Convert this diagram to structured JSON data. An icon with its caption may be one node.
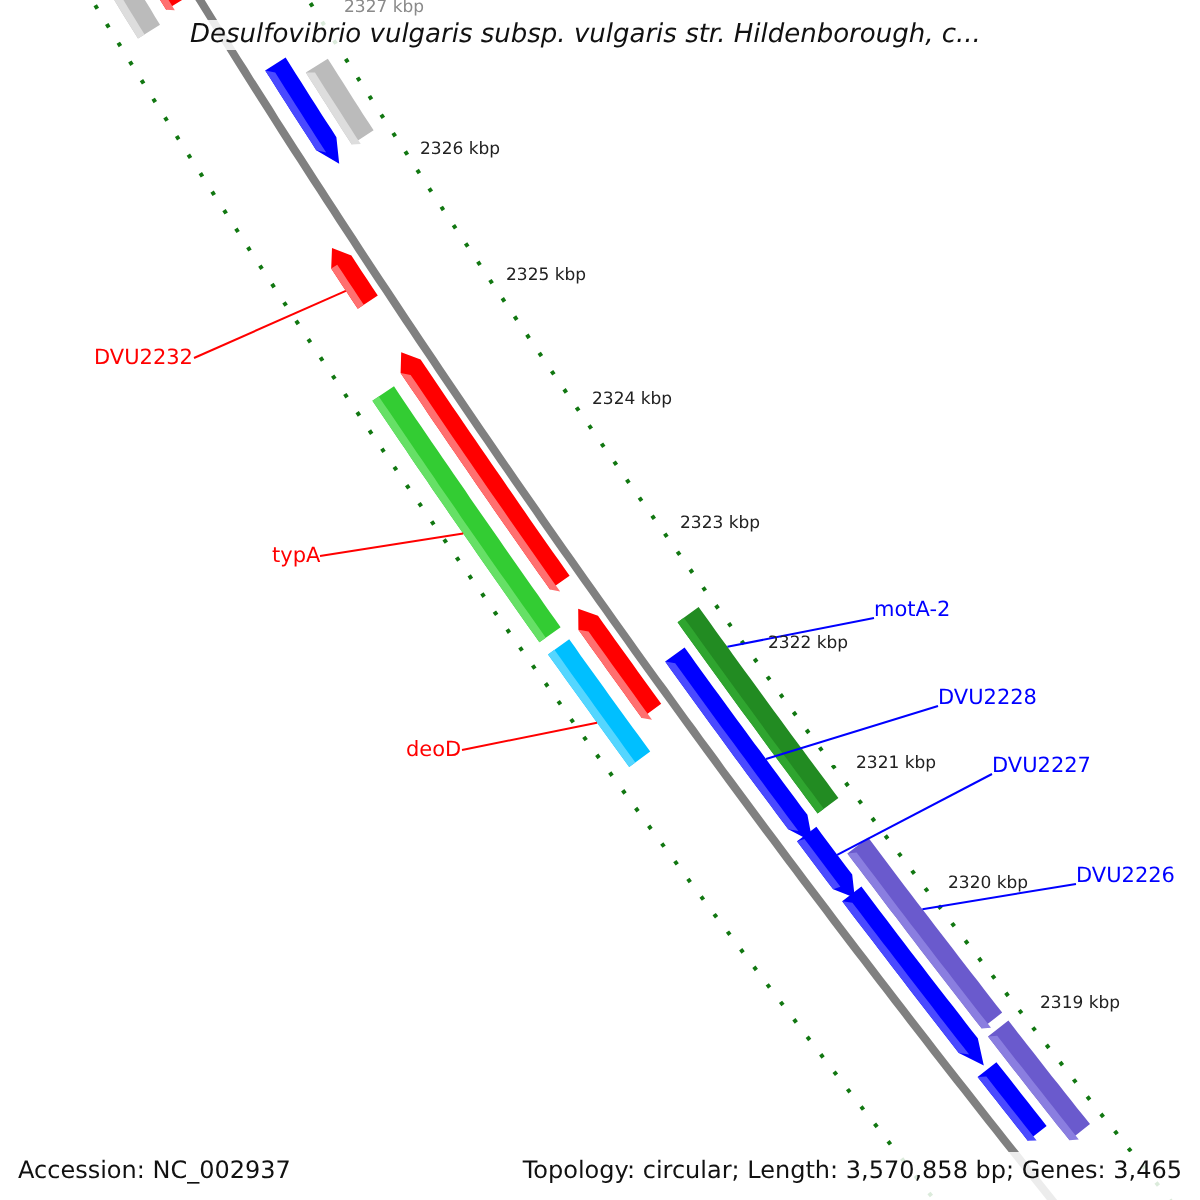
{
  "diagram": {
    "title": "Desulfovibrio vulgaris subsp. vulgaris str. Hildenborough, c...",
    "nodes": [
      {
        "text": [
          "DVU2232"
        ]
      },
      {
        "text": [
          "typA"
        ]
      },
      {
        "text": [
          "deoD"
        ]
      },
      {
        "text": [
          "motA-2"
        ]
      },
      {
        "text": [
          "DVU2228"
        ]
      },
      {
        "text": [
          "DVU2227"
        ]
      },
      {
        "text": [
          "DVU2226"
        ]
      },
      {
        "text": [],
        "shape": "bar"
      },
      {
        "text": [],
        "shape": "bar"
      },
      {
        "text": [],
        "shape": "bar"
      },
      {
        "text": [],
        "shape": "bar"
      },
      {
        "text": [],
        "shape": "bar"
      },
      {
        "text": [],
        "shape": "bar"
      },
      {
        "text": [],
        "shape": "bar"
      },
      {
        "text": [],
        "shape": "bar"
      },
      {
        "text": [],
        "shape": "bar"
      },
      {
        "text": [],
        "shape": "bar"
      },
      {
        "text": [],
        "shape": "bar"
      },
      {
        "text": [],
        "shape": "bar"
      },
      {
        "text": [],
        "shape": "bar"
      },
      {
        "text": [],
        "shape": "bar"
      },
      {
        "text": [],
        "shape": "bar"
      },
      {
        "text": [],
        "shape": "bar"
      }
    ],
    "edges": [
      {
        "from": 0,
        "to": 9,
        "arrow": "none",
        "color": "#ff0000"
      },
      {
        "from": 1,
        "to": 11,
        "arrow": "none",
        "color": "#ff0000"
      },
      {
        "from": 2,
        "to": 13,
        "arrow": "none",
        "color": "#ff0000"
      },
      {
        "from": 3,
        "to": 17,
        "arrow": "none"
      },
      {
        "from": 4,
        "to": 16,
        "arrow": "none"
      },
      {
        "from": 5,
        "to": 18,
        "arrow": "none"
      },
      {
        "from": 6,
        "to": 20,
        "arrow": "none"
      }
    ],
    "labels": [
      "2327 kbp",
      "2326 kbp",
      "2325 kbp",
      "2324 kbp",
      "2323 kbp",
      "2322 kbp",
      "2321 kbp",
      "2320 kbp",
      "2319 kbp",
      "Accession: NC_002937",
      "Topology: circular; Length: 3,570,858 bp; Genes: 3,465"
    ]
  }
}
